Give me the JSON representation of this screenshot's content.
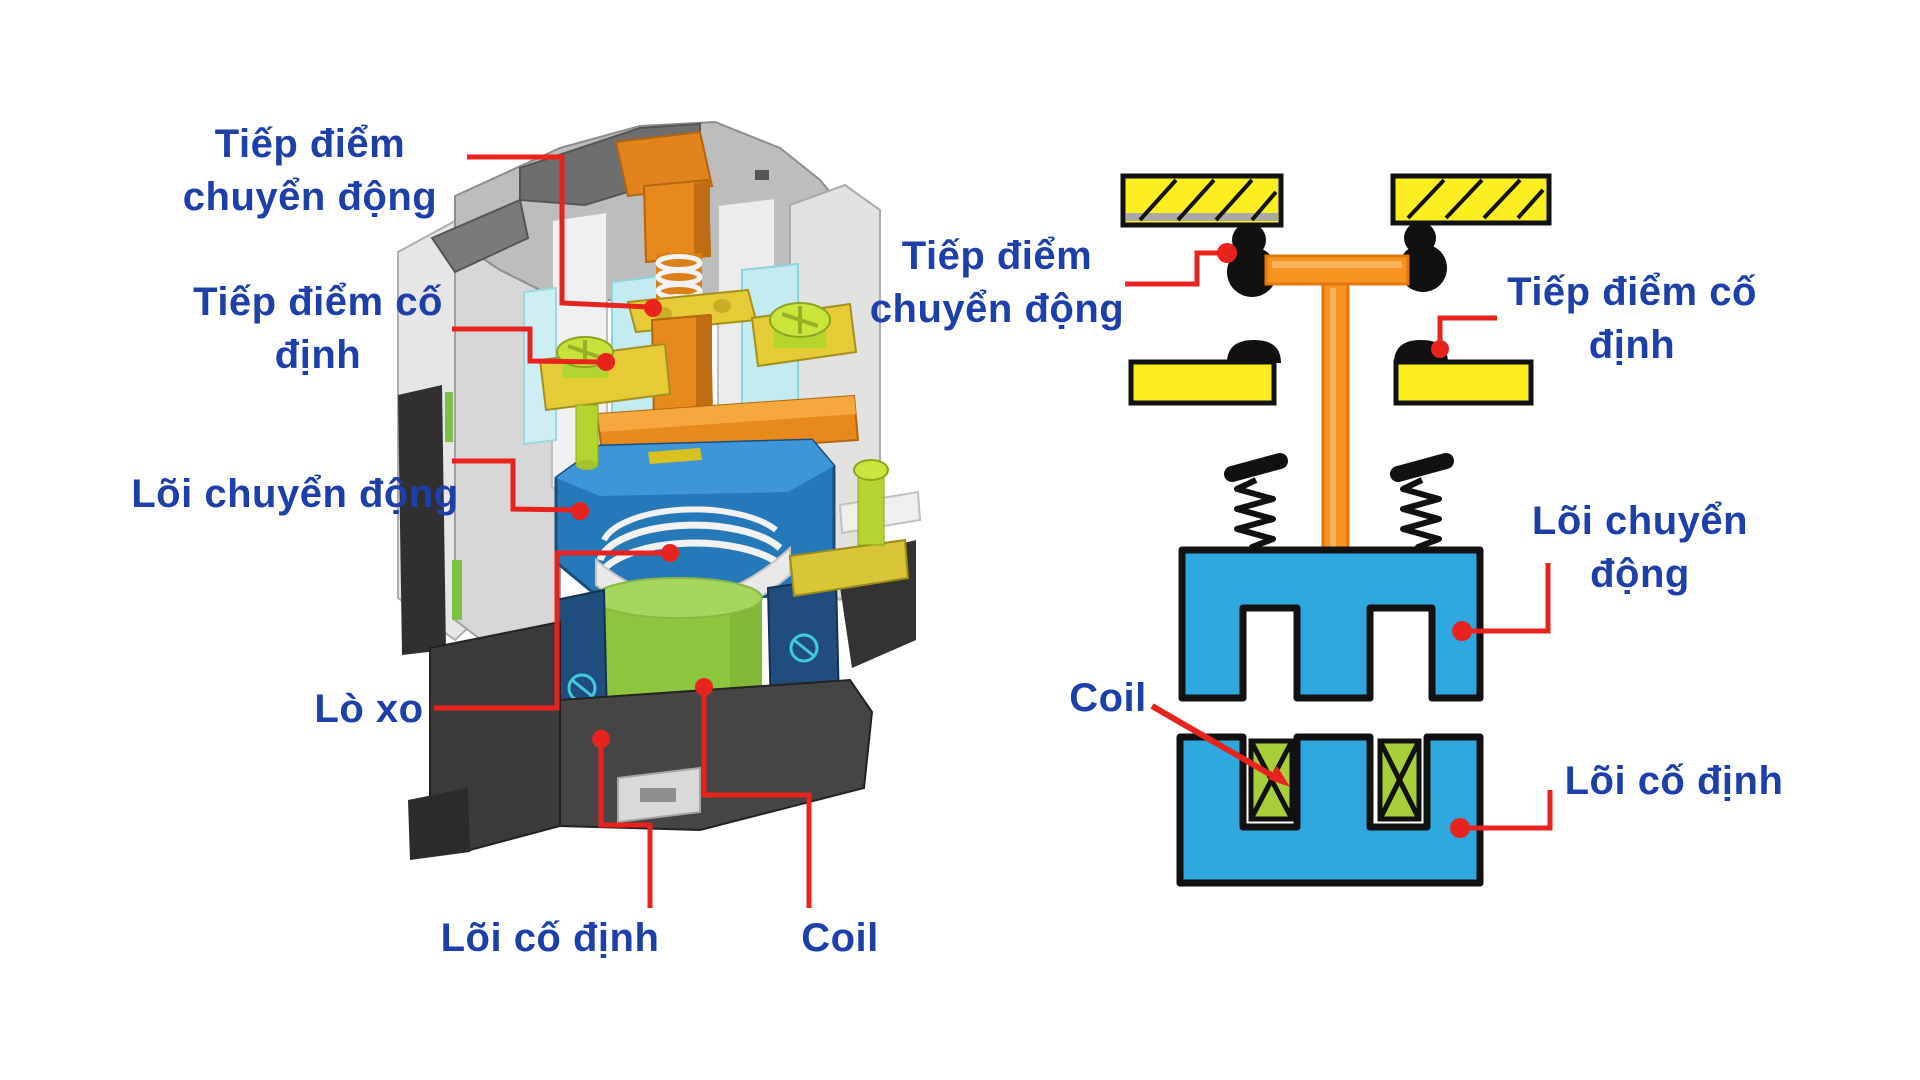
{
  "figure": {
    "description": "Contactor cutaway (3D) and working-principle schematic with Vietnamese callouts",
    "left_view_labels": {
      "moving_contact": "Tiếp điểm chuyển động",
      "fixed_contact": "Tiếp điểm cố định",
      "moving_core": "Lõi chuyển động",
      "spring": "Lò xo",
      "fixed_core": "Lõi cố định",
      "coil": "Coil"
    },
    "right_view_labels": {
      "moving_contact": "Tiếp điểm chuyển động",
      "fixed_contact": "Tiếp điểm cố định",
      "moving_core": "Lõi chuyển động",
      "coil": "Coil",
      "fixed_core": "Lõi cố định"
    },
    "colors": {
      "label_text_blue": "#1d3faa",
      "leader_red": "#e8231d",
      "schematic_core_blue": "#2fa8e0",
      "terminal_yellow": "#fcee21",
      "coil_winding_green": "#a8ce38",
      "armature_orange": "#f7941e",
      "outline_black": "#111111"
    }
  }
}
